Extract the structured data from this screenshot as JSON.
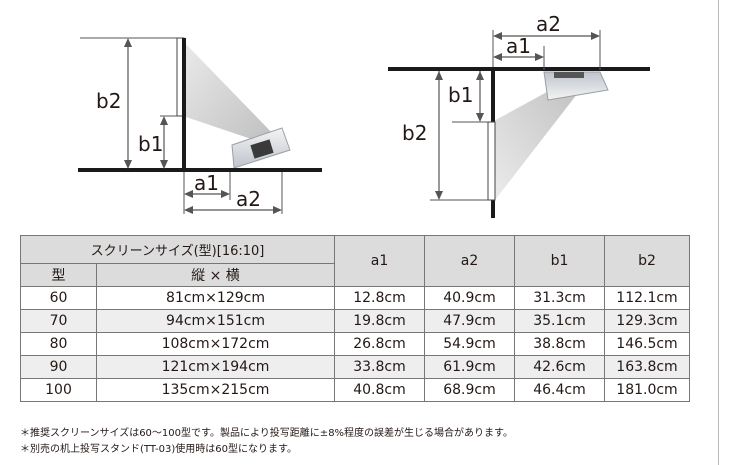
{
  "diagrams": {
    "floor_mount": {
      "a1": "a1",
      "a2": "a2",
      "b1": "b1",
      "b2": "b2"
    },
    "ceiling_mount": {
      "a1": "a1",
      "a2": "a2",
      "b1": "b1",
      "b2": "b2"
    }
  },
  "table": {
    "group_header": "スクリーンサイズ(型)[16:10]",
    "sub_headers": [
      "型",
      "縦 × 横"
    ],
    "columns": [
      "a1",
      "a2",
      "b1",
      "b2"
    ],
    "rows": [
      [
        "60",
        "81cm×129cm",
        "12.8cm",
        "40.9cm",
        "31.3cm",
        "112.1cm"
      ],
      [
        "70",
        "94cm×151cm",
        "19.8cm",
        "47.9cm",
        "35.1cm",
        "129.3cm"
      ],
      [
        "80",
        "108cm×172cm",
        "26.8cm",
        "54.9cm",
        "38.8cm",
        "146.5cm"
      ],
      [
        "90",
        "121cm×194cm",
        "33.8cm",
        "61.9cm",
        "42.6cm",
        "163.8cm"
      ],
      [
        "100",
        "135cm×215cm",
        "40.8cm",
        "68.9cm",
        "46.4cm",
        "181.0cm"
      ]
    ]
  },
  "notes": [
    "＊推奨スクリーンサイズは60～100型です。製品により投写距離に±8%程度の誤差が生じる場合があります。",
    "＊別売の机上投写スタンド(TT-03)使用時は60型になります。"
  ]
}
